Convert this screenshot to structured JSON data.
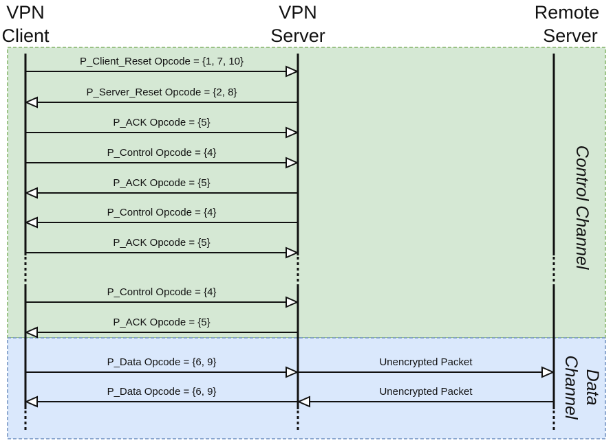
{
  "actors": {
    "client": [
      "VPN",
      "Client"
    ],
    "server": [
      "VPN",
      "Server"
    ],
    "remote": [
      "Remote",
      "Server"
    ]
  },
  "regions": {
    "control": {
      "label": "Control Channel",
      "color": "#d5e8d4",
      "border": "#82b366"
    },
    "data": {
      "label_lines": [
        "Data",
        "Channel"
      ],
      "color": "#dae8fc",
      "border": "#6c8ebf"
    }
  },
  "messages": [
    {
      "label": "P_Client_Reset Opcode = {1, 7, 10}",
      "from": "client",
      "to": "server"
    },
    {
      "label": "P_Server_Reset Opcode = {2, 8}",
      "from": "server",
      "to": "client"
    },
    {
      "label": "P_ACK Opcode = {5}",
      "from": "client",
      "to": "server"
    },
    {
      "label": "P_Control Opcode = {4}",
      "from": "client",
      "to": "server"
    },
    {
      "label": "P_ACK Opcode = {5}",
      "from": "server",
      "to": "client"
    },
    {
      "label": "P_Control Opcode = {4}",
      "from": "server",
      "to": "client"
    },
    {
      "label": "P_ACK Opcode = {5}",
      "from": "client",
      "to": "server"
    },
    {
      "label": "P_Control Opcode = {4}",
      "from": "client",
      "to": "server"
    },
    {
      "label": "P_ACK Opcode = {5}",
      "from": "server",
      "to": "client"
    },
    {
      "label": "P_Data Opcode = {6, 9}",
      "from": "client",
      "to": "server"
    },
    {
      "label": "Unencrypted Packet",
      "from": "server",
      "to": "remote"
    },
    {
      "label": "P_Data Opcode = {6, 9}",
      "from": "server",
      "to": "client"
    },
    {
      "label": "Unencrypted Packet",
      "from": "remote",
      "to": "server"
    }
  ]
}
